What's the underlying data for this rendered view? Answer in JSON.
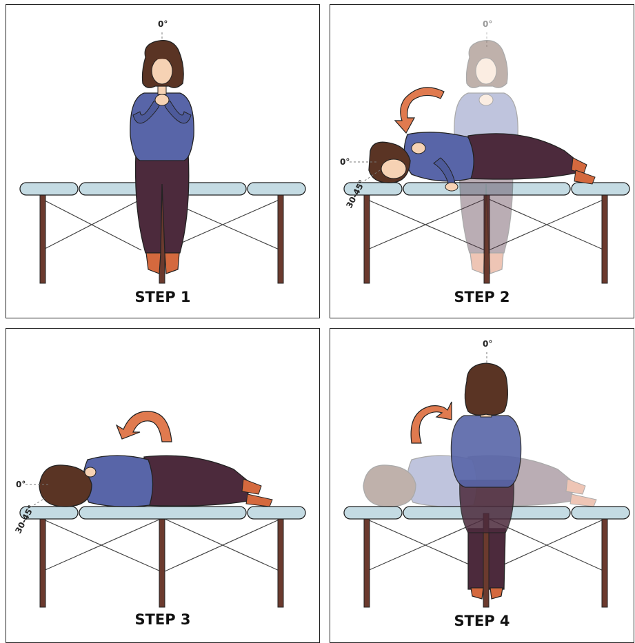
{
  "panels": [
    {
      "step_label": "STEP 1",
      "angle_top": "0°"
    },
    {
      "step_label": "STEP 2",
      "angle_top": "0°",
      "angle_side": "0°",
      "angle_tilt": "30-45°"
    },
    {
      "step_label": "STEP 3",
      "angle_side": "0°",
      "angle_tilt": "30-45°"
    },
    {
      "step_label": "STEP 4",
      "angle_top": "0°"
    }
  ],
  "colors": {
    "table_top": "#c4dbe3",
    "table_legs": "#6b3a2e",
    "shirt": "#5865a8",
    "pants": "#4c2a3c",
    "hair": "#5a3424",
    "skin": "#f6d2b4",
    "shoes": "#d4693e",
    "arrow": "#e07a4f"
  },
  "icons": [
    "rotation-arrow-icon"
  ]
}
